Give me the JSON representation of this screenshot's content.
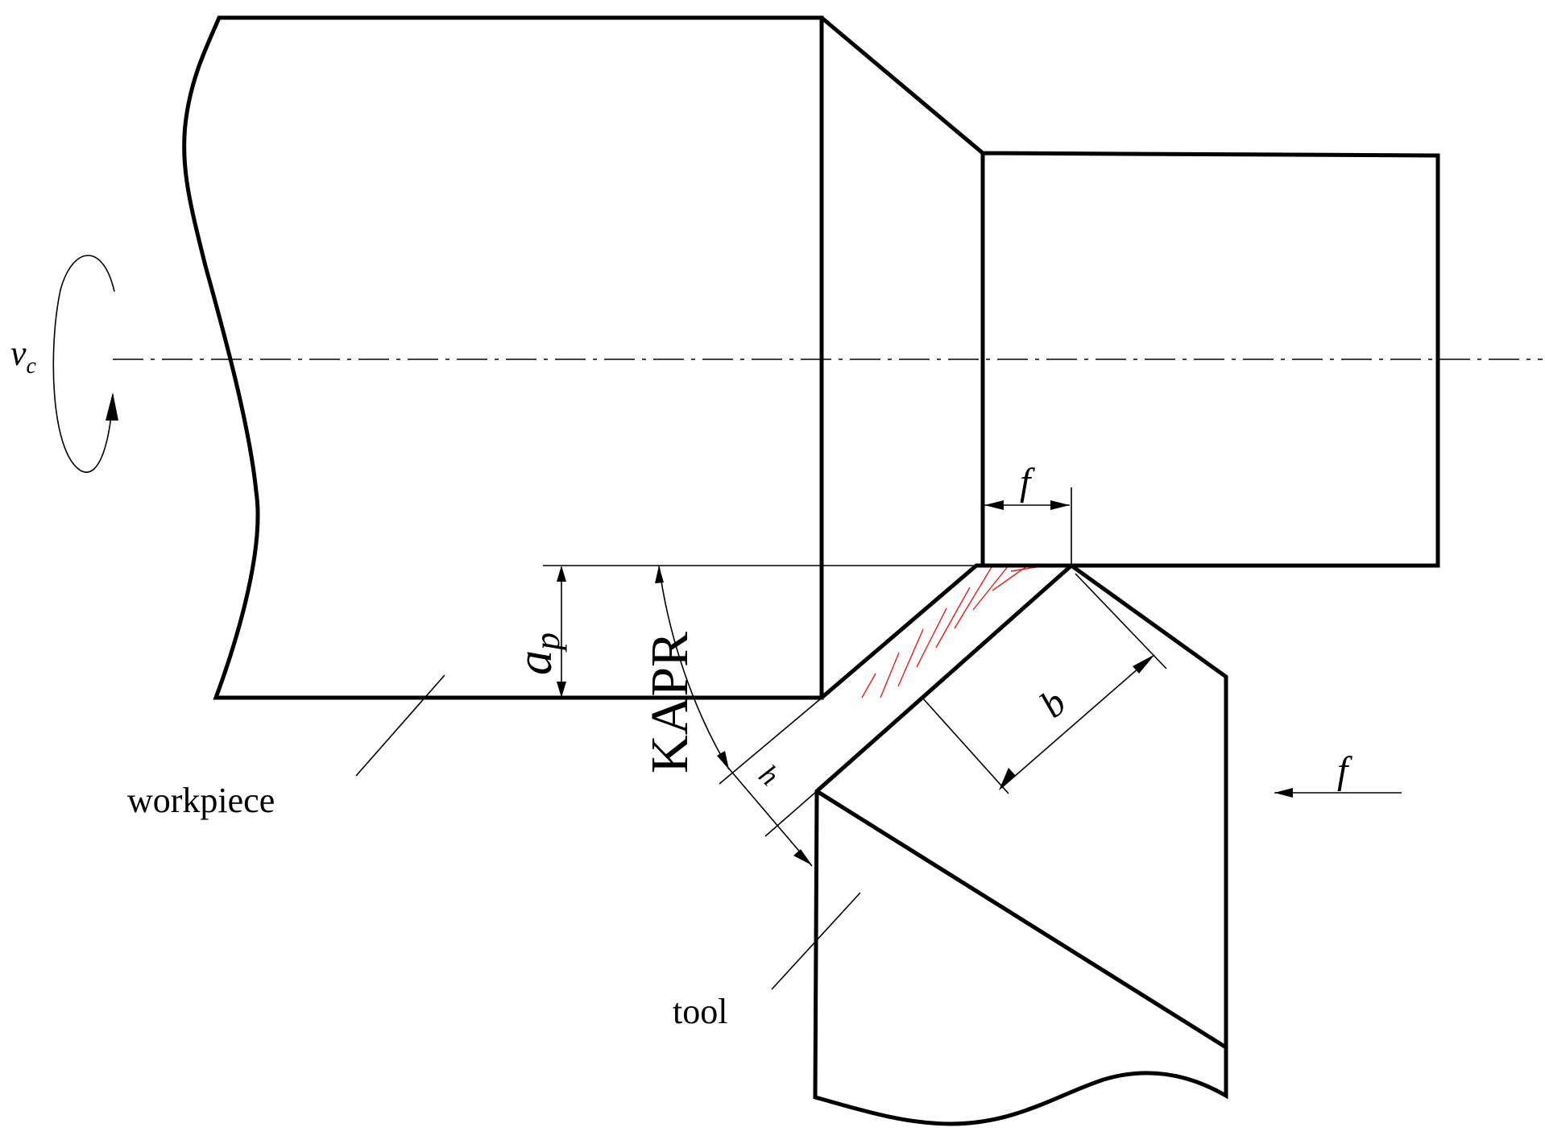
{
  "labels": {
    "cutting_speed": "v",
    "cutting_speed_sub": "c",
    "depth_of_cut": "a",
    "depth_of_cut_sub": "p",
    "approach_angle": "KAPR",
    "feed_top": "f",
    "feed_right": "f",
    "chip_width": "b",
    "chip_thickness": "h",
    "workpiece": "workpiece",
    "tool": "tool"
  },
  "colors": {
    "outline": "#000000",
    "chip_hatch": "#e0201e"
  }
}
